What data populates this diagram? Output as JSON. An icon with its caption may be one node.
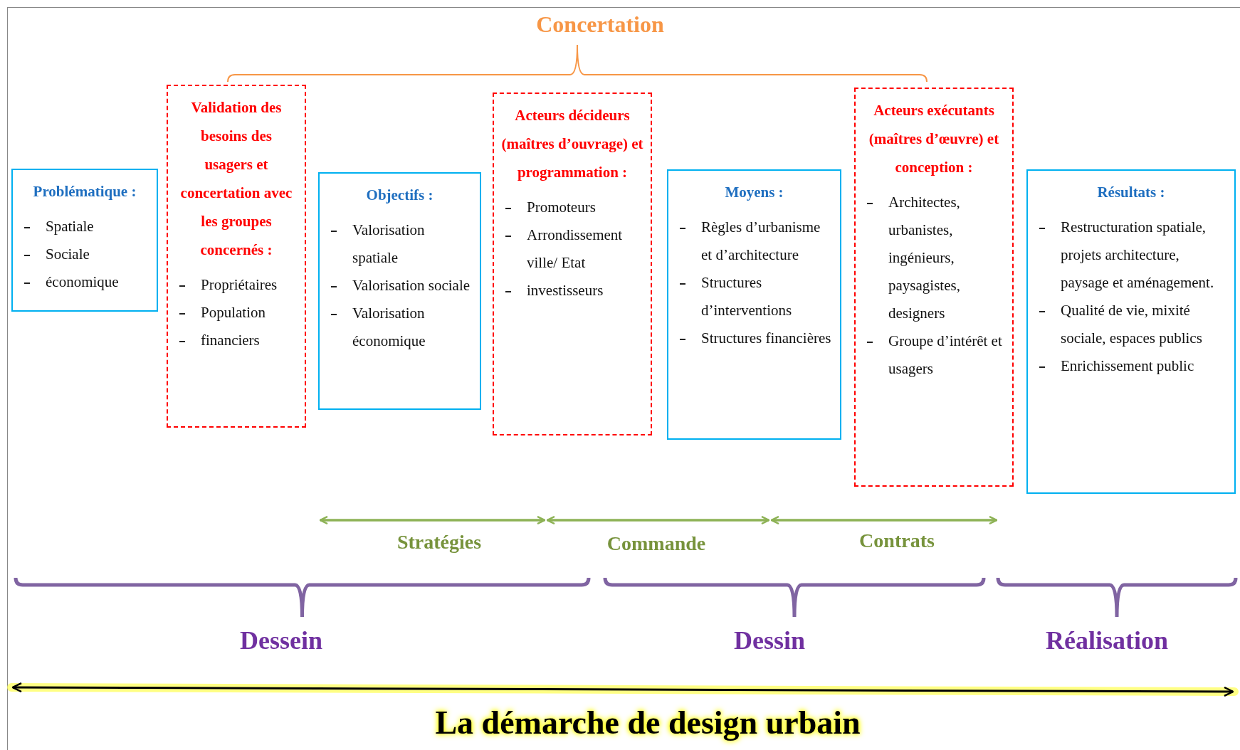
{
  "diagram": {
    "title": "La démarche de design urbain",
    "nodes": [
      {
        "text": [
          "Problématique :",
          "Spatiale",
          "Sociale",
          "économique"
        ]
      },
      {
        "text": [
          "Validation des besoins des usagers et concertation avec les groupes concernés :",
          "Propriétaires",
          "Population",
          "financiers"
        ]
      },
      {
        "text": [
          "Objectifs :",
          "Valorisation spatiale",
          "Valorisation sociale",
          "Valorisation économique"
        ]
      },
      {
        "text": [
          "Acteurs décideurs (maîtres d’ouvrage) et programmation :",
          "Promoteurs",
          "Arrondissement ville/ Etat",
          "investisseurs"
        ]
      },
      {
        "text": [
          "Moyens :",
          "Règles d’urbanisme et d’architecture",
          "Structures d’interventions",
          "Structures financières"
        ]
      },
      {
        "text": [
          "Acteurs exécutants (maîtres d’œuvre) et conception :",
          "Architectes, urbanistes, ingénieurs, paysagistes, designers",
          "Groupe d’intérêt et usagers"
        ]
      },
      {
        "text": [
          "Résultats :",
          "Restructuration spatiale, projets architecture, paysage et aménagement.",
          "Qualité de vie, mixité sociale, espaces publics",
          "Enrichissement public"
        ]
      }
    ],
    "labels": [
      "Concertation",
      "Stratégies",
      "Commande",
      "Contrats",
      "Dessein",
      "Dessin",
      "Réalisation"
    ]
  }
}
